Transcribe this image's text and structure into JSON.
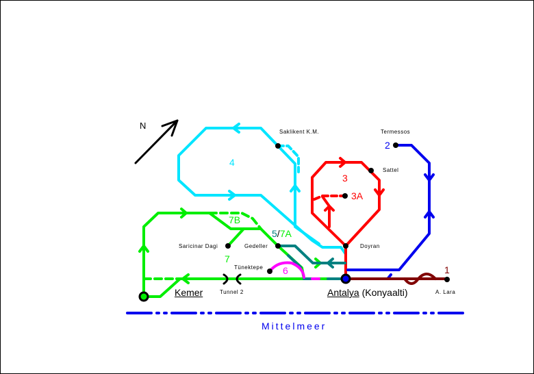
{
  "compass": {
    "label": "N"
  },
  "lines": [
    {
      "id": "1",
      "label": "1",
      "color": "#800000"
    },
    {
      "id": "2",
      "label": "2",
      "color": "#0000ee"
    },
    {
      "id": "3",
      "label": "3",
      "color": "#ff0000"
    },
    {
      "id": "3A",
      "label": "3A",
      "color": "#ff0000"
    },
    {
      "id": "4",
      "label": "4",
      "color": "#00e5ff"
    },
    {
      "id": "5",
      "label": "5",
      "color": "#008080"
    },
    {
      "id": "6",
      "label": "6",
      "color": "#ff00ff"
    },
    {
      "id": "7",
      "label": "7",
      "color": "#00ee00"
    },
    {
      "id": "7A",
      "label": "7A",
      "color": "#00ee00"
    },
    {
      "id": "7B",
      "label": "7B",
      "color": "#00ee00"
    }
  ],
  "stations": {
    "saklikent": "Saklikent K.M.",
    "termessos": "Termessos",
    "sattel": "Sattel",
    "saricinar": "Saricinar Dagi",
    "gedeller": "Gedeller",
    "doyran": "Doyran",
    "tunektepe": "Tünektepe",
    "tunnel": "Tunnel 2",
    "lara": "A. Lara",
    "kemer": "Kemer",
    "antalya": "Antalya",
    "konyaalti": "(Konyaalti)"
  },
  "sea": {
    "label": "Mittelmeer",
    "color": "#0000ee"
  },
  "slash": "/"
}
